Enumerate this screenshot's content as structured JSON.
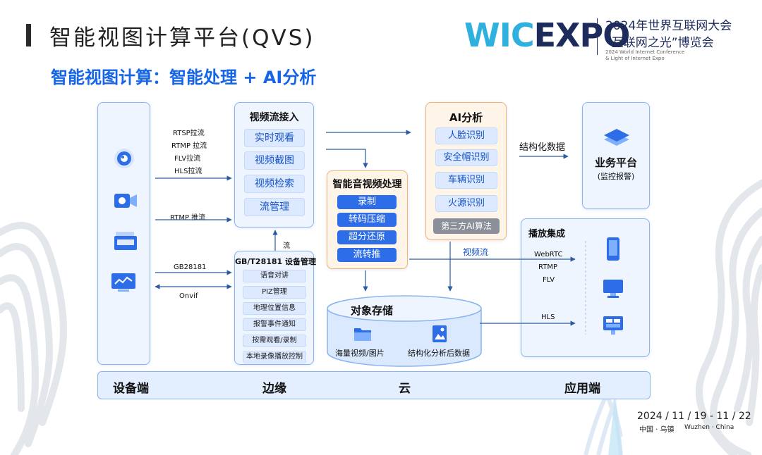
{
  "header": {
    "title": "智能视图计算平台(QVS)",
    "subtitle": "智能视图计算：智能处理 + AI分析"
  },
  "logo": {
    "brand_a": "WIC",
    "brand_b": "EXPO",
    "line1": "2024年世界互联网大会",
    "line2": "“互联网之光”博览会",
    "line3": "2024 World Internet Conference",
    "line4": "& Light of Internet Expo"
  },
  "device_icons": [
    "camera-icon",
    "video-camera-icon",
    "nvr-icon",
    "monitor-icon"
  ],
  "device_links": {
    "rtsp": "RTSP拉流",
    "rtmp_pull": "RTMP 拉流",
    "flv": "FLV拉流",
    "hls": "HLS拉流",
    "rtmp_push": "RTMP 推流",
    "gb": "GB28181",
    "onvif": "Onvif"
  },
  "stream_access": {
    "title": "视频流接入",
    "items": [
      "实时观看",
      "视频截图",
      "视频检索",
      "流管理"
    ]
  },
  "stream_label": "流",
  "device_mgmt": {
    "title": "GB/T28181 设备管理",
    "items": [
      "语音对讲",
      "PIZ管理",
      "地理位置信息",
      "报警事件通知",
      "按需观看/录制",
      "本地录像播放控制"
    ]
  },
  "av_processing": {
    "title": "智能音视频处理",
    "items": [
      "录制",
      "转码压缩",
      "超分还原",
      "流转推"
    ]
  },
  "ai_analysis": {
    "title": "AI分析",
    "items": [
      "人脸识别",
      "安全帽识别",
      "车辆识别",
      "火源识别"
    ],
    "third_party": "第三方AI算法"
  },
  "structured_label": "结构化数据",
  "video_stream_label": "视频流",
  "business": {
    "title": "业务平台",
    "subtitle": "(监控报警)",
    "icon": "stack-layers-icon"
  },
  "playback": {
    "title": "播放集成",
    "protocols": [
      "WebRTC",
      "RTMP",
      "FLV",
      "HLS"
    ],
    "icons": [
      "phone-icon",
      "desktop-icon",
      "display-screen-icon"
    ]
  },
  "storage": {
    "title": "对象存储",
    "items": [
      "海量视频/图片",
      "结构化分析后数据"
    ],
    "icons": [
      "folder-icon",
      "image-file-icon"
    ]
  },
  "bottom_band": [
    "设备端",
    "边缘",
    "云",
    "应用端"
  ],
  "footer": {
    "date": "2024 / 11 / 19 - 11 / 22",
    "place_cn": "中国 · 乌镇",
    "place_en": "Wuzhen · China"
  },
  "colors": {
    "accent": "#1565e6",
    "panel_border": "#8ab4f0",
    "panel_bg": "#eef5ff",
    "av_border": "#f2b274",
    "av_bg": "#fff4e8",
    "solid_btn": "#2d6ee8",
    "arrow": "#2a5aa0",
    "logo_cyan": "#2fb1e0",
    "logo_navy": "#1d2a5c"
  }
}
